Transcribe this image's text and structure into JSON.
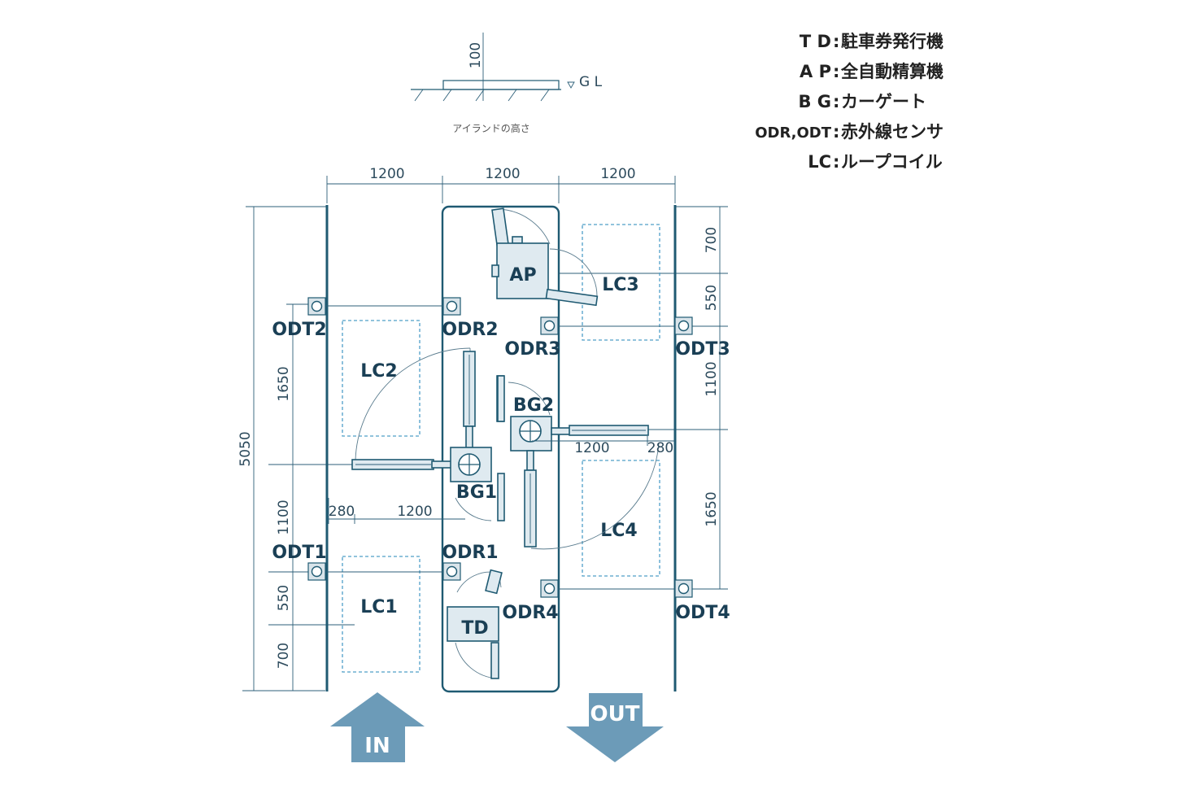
{
  "legend": [
    {
      "code": "T D",
      "desc": "駐車券発行機"
    },
    {
      "code": "A P",
      "desc": "全自動精算機"
    },
    {
      "code": "B G",
      "desc": "カーゲート"
    },
    {
      "code": "ODR,ODT",
      "desc": "赤外線センサ"
    },
    {
      "code": "LC",
      "desc": "ループコイル"
    }
  ],
  "island_height": {
    "value": "100",
    "gl": "G L",
    "caption": "アイランドの高さ"
  },
  "top_dims": [
    "1200",
    "1200",
    "1200"
  ],
  "total_height": "5050",
  "left_dims": {
    "d1650": "1650",
    "d1100": "1100",
    "d550": "550",
    "d700": "700"
  },
  "right_dims": {
    "d700": "700",
    "d550": "550",
    "d1100": "1100",
    "d1650": "1650"
  },
  "gate_dims": {
    "bg1_280": "280",
    "bg1_1200": "1200",
    "bg2_1200": "1200",
    "bg2_280": "280"
  },
  "equipment": {
    "ap": "AP",
    "td": "TD",
    "bg1": "BG1",
    "bg2": "BG2"
  },
  "loops": {
    "lc1": "LC1",
    "lc2": "LC2",
    "lc3": "LC3",
    "lc4": "LC4"
  },
  "sensors": {
    "odt1": "ODT1",
    "odt2": "ODT2",
    "odt3": "ODT3",
    "odt4": "ODT4",
    "odr1": "ODR1",
    "odr2": "ODR2",
    "odr3": "ODR3",
    "odr4": "ODR4"
  },
  "arrows": {
    "in": "IN",
    "out": "OUT"
  },
  "colors": {
    "line": "#1f5a72",
    "loop": "#4f9fc8",
    "arrow": "#6c9bb8"
  }
}
